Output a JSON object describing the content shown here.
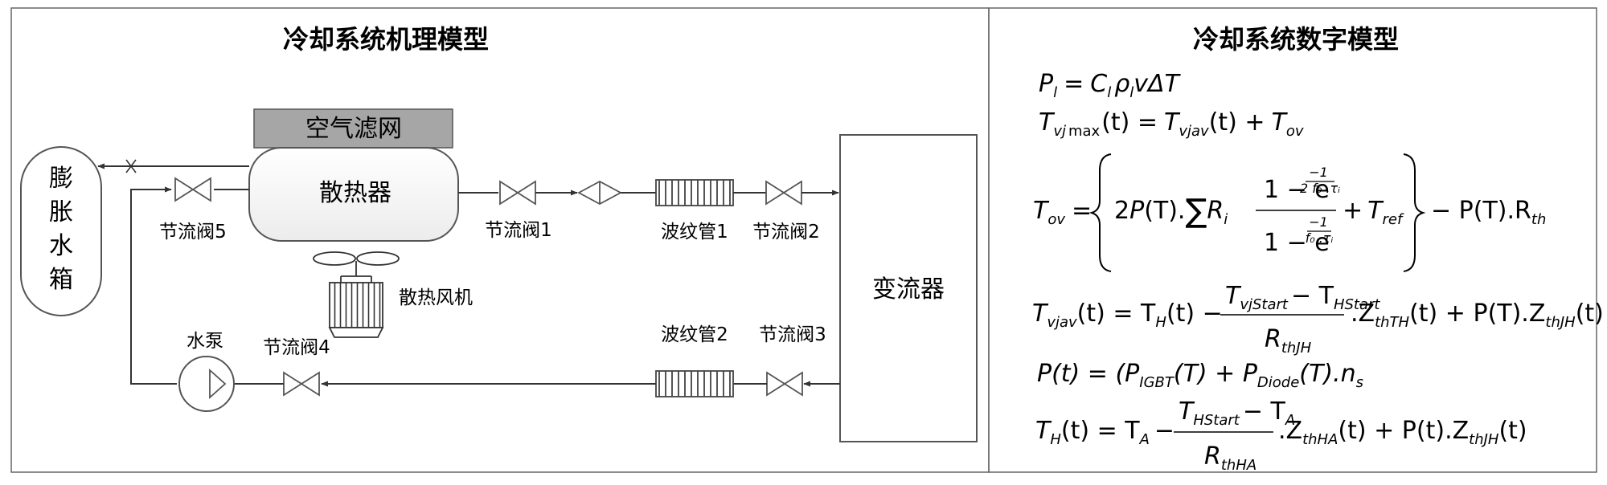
{
  "panels": {
    "left_title": "冷却系统机理模型",
    "right_title": "冷却系统数字模型"
  },
  "components": {
    "expansion_tank": [
      "膨",
      "胀",
      "水",
      "箱"
    ],
    "air_filter": "空气滤网",
    "radiator": "散热器",
    "converter": "变流器",
    "fan": "散热风机",
    "pump": "水泵",
    "valve1": "节流阀1",
    "valve2": "节流阀2",
    "valve3": "节流阀3",
    "valve4": "节流阀4",
    "valve5": "节流阀5",
    "bellows1": "波纹管1",
    "bellows2": "波纹管2"
  },
  "equations": {
    "eq1": {
      "lhs_P": "P",
      "lhs_sub": "l",
      "eq": "=",
      "C": "C",
      "C_sub": "l",
      "rho": "ρ",
      "rho_sub": "l",
      "rest": "vΔT"
    },
    "eq2": {
      "T": "T",
      "sub_vj": "vj",
      "sub_max": "max",
      "arg": "(t) =",
      "T2": "T",
      "sub_vjav": "vjav",
      "arg2": "(t) +",
      "T3": "T",
      "sub_ov": "ov"
    },
    "eq3": {
      "T": "T",
      "sub_ov": "ov",
      "eq": "=",
      "two": "2",
      "P": "P",
      "PT": "(T).",
      "sum": "∑",
      "R": "R",
      "R_sub": "i",
      "num": "1 − e",
      "den": "1 − e",
      "exp_num_top": "−1",
      "exp_num_bot": "2 f₀ .τᵢ",
      "exp_den_top": "−1",
      "exp_den_bot": "f₀ .τᵢ",
      "plus": "+",
      "Tref": "T",
      "Tref_sub": "ref",
      "tail": "− P(T).R",
      "tail_sub": "th"
    },
    "eq4": {
      "T": "T",
      "sub_vjav": "vjav",
      "arg": "(t) = T",
      "sub_H": "H",
      "arg2": "(t) −",
      "num_a": "T",
      "num_a_sub": "vjStart",
      "num_minus": "− T",
      "num_b_sub": "HStart",
      "den": "R",
      "den_sub": "thJH",
      "mid": ".Z",
      "mid_sub": "thTH",
      "mid2": "(t) + P(T).Z",
      "mid2_sub": "thJH",
      "end": "(t)"
    },
    "eq5": {
      "lhs": "P(t) = (P",
      "sub1": "IGBT",
      "mid": "(T) + P",
      "sub2": "Diode",
      "end": "(T).n",
      "sub3": "s"
    },
    "eq6": {
      "T": "T",
      "sub_H": "H",
      "arg": "(t) = T",
      "sub_A": "A",
      "minus": "−",
      "num_a": "T",
      "num_a_sub": "HStart",
      "num_minus": "− T",
      "num_b_sub": "A",
      "den": "R",
      "den_sub": "thHA",
      "mid": ".Z",
      "mid_sub": "thHA",
      "mid2": "(t) + P(t).Z",
      "mid2_sub": "thJH",
      "end": "(t)"
    }
  }
}
